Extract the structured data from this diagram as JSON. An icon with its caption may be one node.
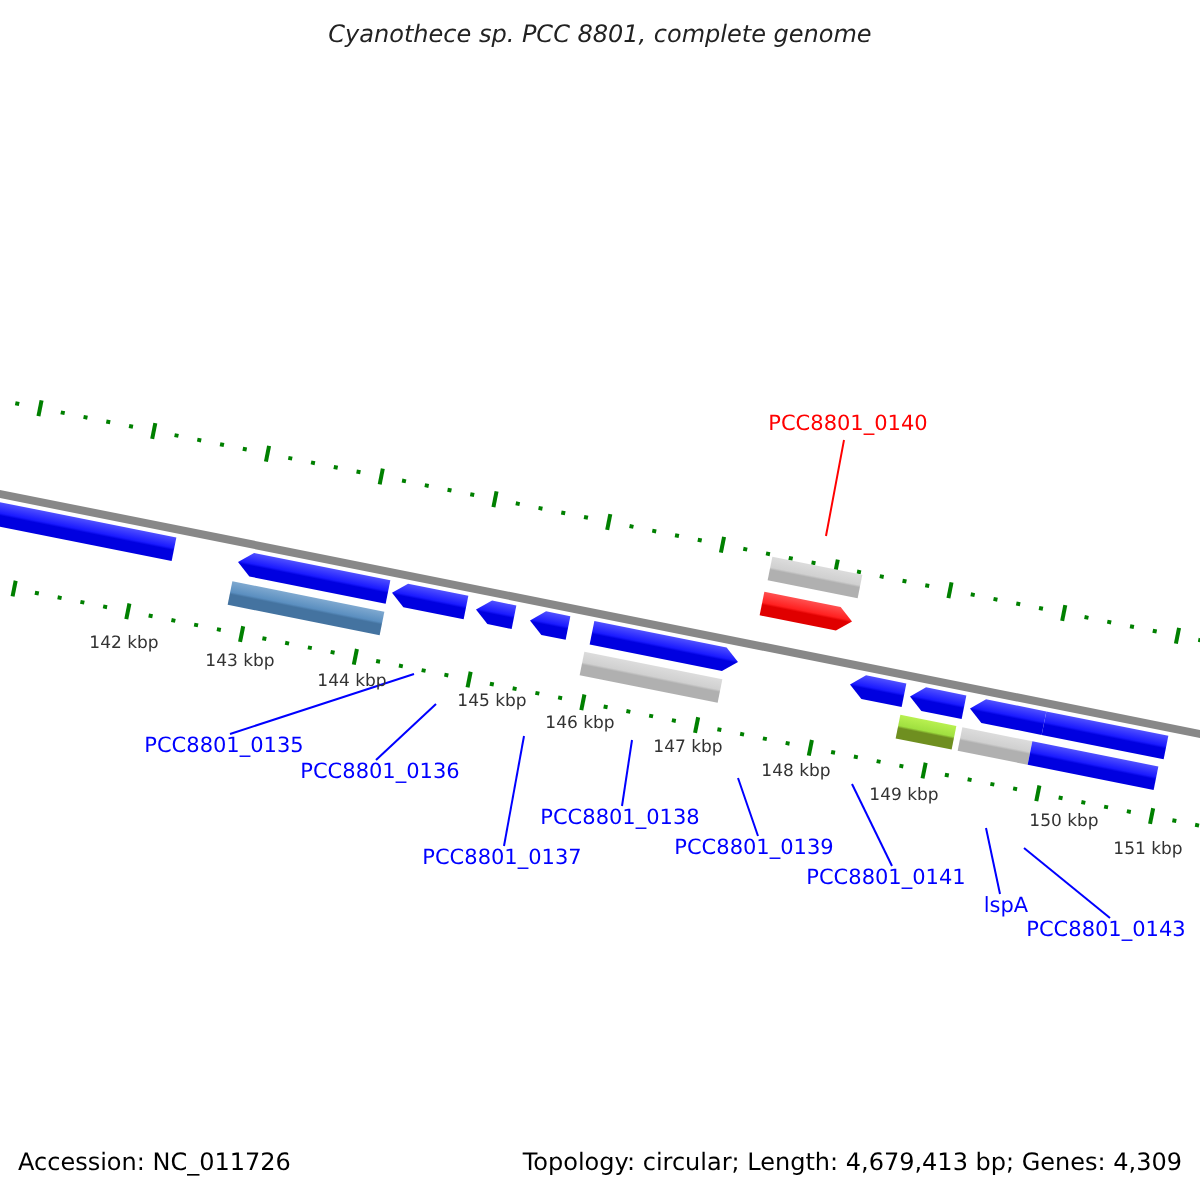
{
  "diagram": {
    "title": "Cyanothece sp. PCC 8801, complete genome",
    "nodes": [
      {
        "text": [
          "PCC8801_0140"
        ]
      },
      {
        "text": [
          "PCC8801_0135"
        ]
      },
      {
        "text": [
          "PCC8801_0136"
        ]
      },
      {
        "text": [
          "PCC8801_0137"
        ]
      },
      {
        "text": [
          "PCC8801_0138"
        ]
      },
      {
        "text": [
          "PCC8801_0139"
        ]
      },
      {
        "text": [
          "PCC8801_0141"
        ]
      },
      {
        "text": [
          "lspA"
        ]
      },
      {
        "text": [
          "PCC8801_0143"
        ]
      }
    ],
    "edges": [
      {
        "from": 0,
        "to": null,
        "arrow": "none",
        "color": "#ff0000"
      },
      {
        "from": 1,
        "to": null,
        "arrow": "none"
      },
      {
        "from": 2,
        "to": null,
        "arrow": "none"
      },
      {
        "from": 3,
        "to": null,
        "arrow": "none"
      },
      {
        "from": 4,
        "to": null,
        "arrow": "none"
      },
      {
        "from": 5,
        "to": null,
        "arrow": "none"
      },
      {
        "from": 6,
        "to": null,
        "arrow": "none"
      },
      {
        "from": 7,
        "to": null,
        "arrow": "none"
      },
      {
        "from": 8,
        "to": null,
        "arrow": "none"
      }
    ],
    "labels": [
      "142 kbp",
      "143 kbp",
      "144 kbp",
      "145 kbp",
      "146 kbp",
      "147 kbp",
      "148 kbp",
      "149 kbp",
      "150 kbp",
      "151 kbp",
      "Accession: NC_011726",
      "Topology: circular; Length: 4,679,413 bp; Genes: 4,309"
    ]
  }
}
